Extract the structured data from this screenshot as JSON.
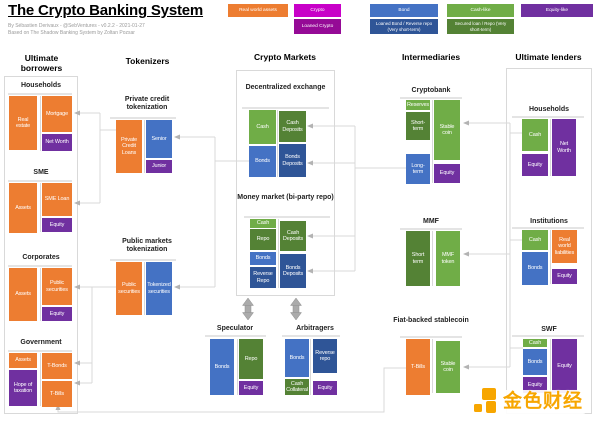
{
  "header": {
    "title": "The Crypto Banking System",
    "byline": "By Sébastien Derivaux - @SebVentures - v0.2.2 - 2021-01-27",
    "based_on": "Based on The Shadow Banking System by Zoltan Pozsar"
  },
  "legend": {
    "row1": [
      {
        "label": "Real world assets",
        "color": "#ED7D31"
      },
      {
        "label": "Crypto",
        "color": "#C800C8"
      },
      {
        "label": "Bond",
        "color": "#4472C4"
      },
      {
        "label": "Cash-like",
        "color": "#70AD47"
      },
      {
        "label": "Equity-like",
        "color": "#7030A0"
      }
    ],
    "row2": [
      {
        "label": "Loaned Crypto",
        "color": "#950A96"
      },
      {
        "label": "Loaned Bond / Reverse repo (Very short-term)",
        "color": "#2F5597"
      },
      {
        "label": "Secured loan / Repo (Very short-term)",
        "color": "#548235"
      }
    ]
  },
  "columns": {
    "c1": "Ultimate borrowers",
    "c2": "Tokenizers",
    "c3": "Crypto Markets",
    "c4": "Intermediaries",
    "c5": "Ultimate lenders"
  },
  "sections": {
    "households": "Households",
    "sme": "SME",
    "corporates": "Corporates",
    "government": "Government",
    "private_credit": "Private credit tokenization",
    "public_markets": "Public markets tokenization",
    "dex": "Decentralized exchange",
    "money_market": "Money market (bi-party repo)",
    "speculator": "Speculator",
    "arbitragers": "Arbitragers",
    "cryptobank": "Cryptobank",
    "mmf": "MMF",
    "fiat_backed": "Fiat-backed stablecoin",
    "lenders_households": "Households",
    "institutions": "Institutions",
    "swf": "SWF"
  },
  "blocks": {
    "hh_real_estate": "Real estate",
    "hh_mortgage": "Mortgage",
    "hh_net_worth": "Net Worth",
    "sme_assets": "Assets",
    "sme_loan": "SME Loan",
    "sme_equity": "Equity",
    "corp_assets": "Assets",
    "corp_public_securities": "Public securities",
    "corp_equity": "Equity",
    "gov_assets": "Assets",
    "gov_hope_of_taxation": "Hope of taxation",
    "gov_tbonds": "T-Bonds",
    "gov_tbills": "T-Bills",
    "pct_private_credit_loans": "Private Credit Loans",
    "pct_senior": "Senior",
    "pct_junior": "Junior",
    "pmt_public_securities": "Public securities",
    "pmt_tokenized_securities": "Tokenized securities",
    "dex_cash": "Cash",
    "dex_cash_deposits": "Cash Deposits",
    "dex_bonds": "Bonds",
    "dex_bonds_deposits": "Bonds Deposits",
    "mm_cash": "Cash",
    "mm_repo": "Repo",
    "mm_bonds": "Bonds",
    "mm_reverse_repo": "Reverse Repo",
    "mm_cash_deposits": "Cash Deposits",
    "mm_bonds_deposits": "Bonds Deposits",
    "spec_bonds": "Bonds",
    "spec_repo": "Repo",
    "spec_equity": "Equity",
    "arb_bonds": "Bonds",
    "arb_cash_collateral": "Cash Collateral",
    "arb_reverse_repo": "Reverse repo",
    "arb_equity": "Equity",
    "cb_reserves": "Reserves",
    "cb_short_term": "Short-term",
    "cb_long_term": "Long-term",
    "cb_stable_coin": "Stable coin",
    "cb_equity": "Equity",
    "mmf_short_term": "Short term",
    "mmf_token": "MMF token",
    "fbs_tbills": "T-Bills",
    "fbs_stable_coin": "Stable coin",
    "ul_hh_cash": "Cash",
    "ul_hh_equity": "Equity",
    "ul_hh_net_worth": "Net Worth",
    "inst_cash": "Cash",
    "inst_bonds": "Bonds",
    "inst_real_world_liabilities": "Real world liabilities",
    "inst_equity": "Equity",
    "swf_cash": "Cash",
    "swf_bonds": "Bonds",
    "swf_equity_asset": "Equity",
    "swf_equity": "Equity"
  },
  "watermark": {
    "text": "金色财经"
  },
  "colors": {
    "real_world_assets": "#ED7D31",
    "crypto": "#C800C8",
    "loaned_crypto": "#950A96",
    "bond": "#4472C4",
    "loaned_bond_reverse_repo": "#2F5597",
    "cash_like": "#70AD47",
    "secured_loan_repo": "#548235",
    "equity_like": "#7030A0",
    "connector": "#D9D9D9",
    "watermark_gold": "#F7A600"
  }
}
